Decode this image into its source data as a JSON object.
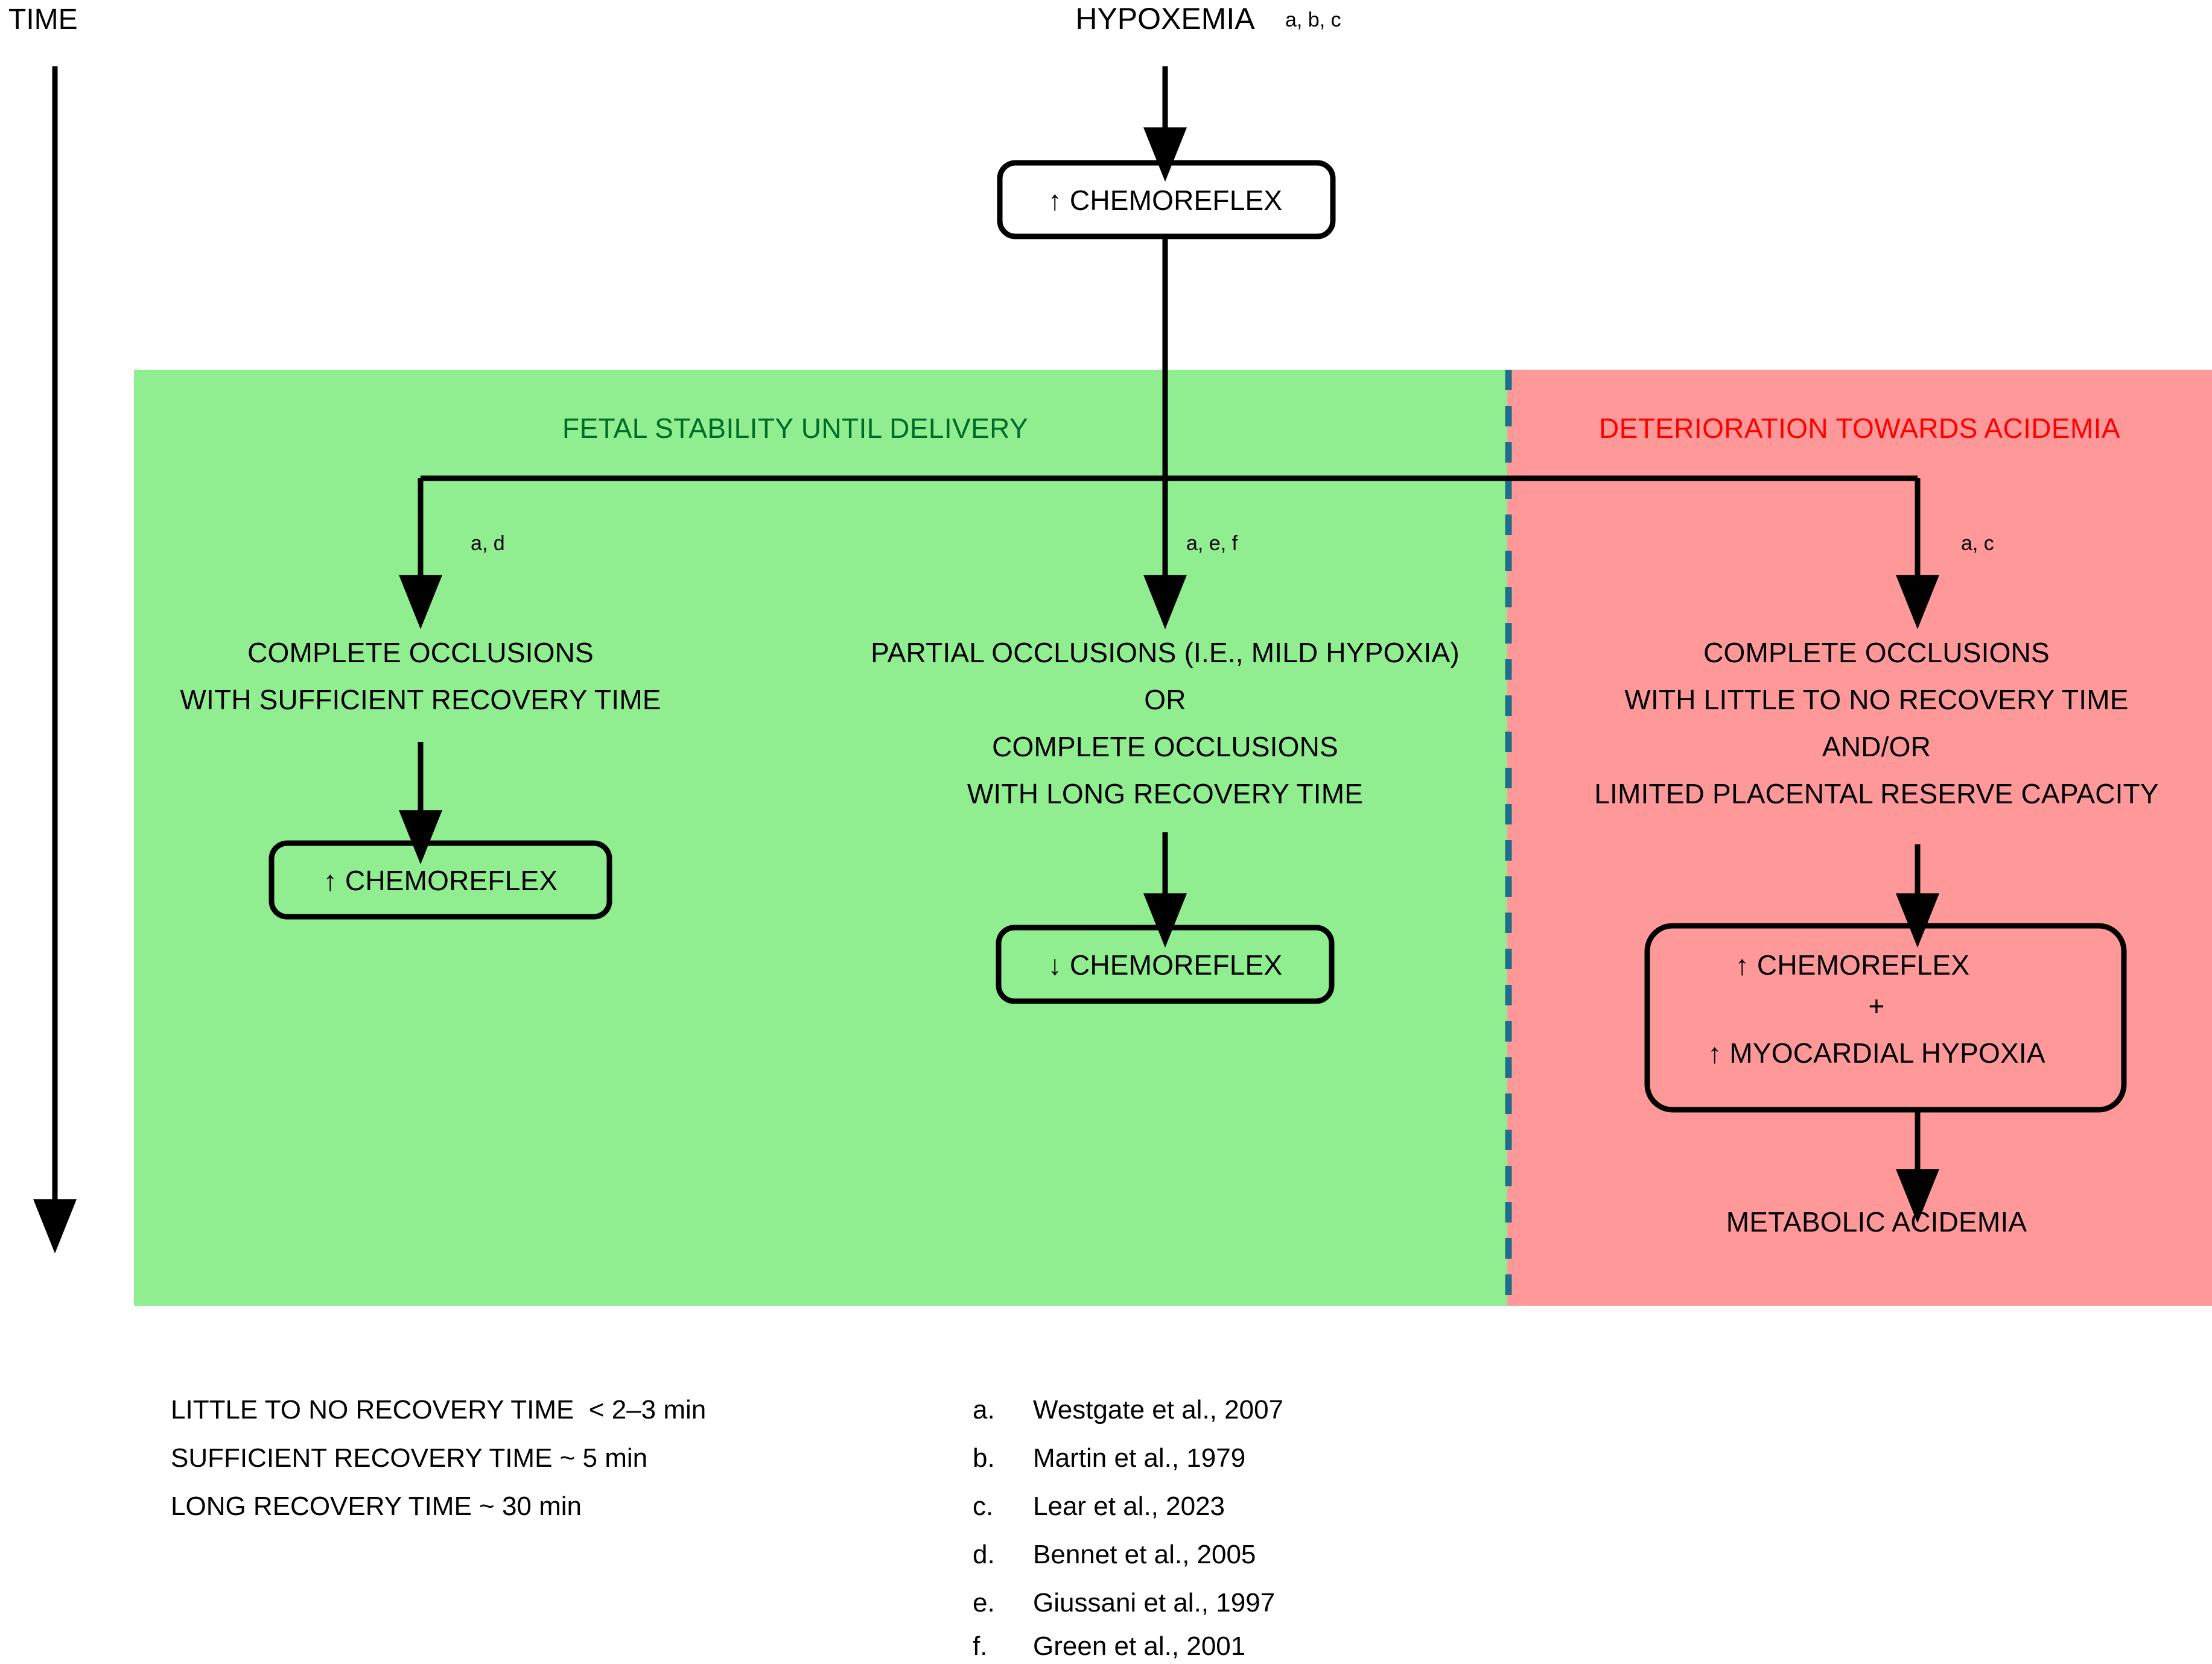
{
  "figure": {
    "time_axis": {
      "label": "TIME"
    },
    "root": {
      "title": "HYPOXEMIA",
      "refs": "a, b, c",
      "box": "↑ CHEMOREFLEX"
    },
    "panels": [
      {
        "id": "stability",
        "title": "FETAL STABILITY UNTIL DELIVERY",
        "bg_color": "#90EE90",
        "title_color": "#006B27"
      },
      {
        "id": "deterioration",
        "title": "DETERIORATION TOWARDS ACIDEMIA",
        "bg_color": "#FF9999",
        "title_color": "#FF0000"
      }
    ],
    "divider": {
      "color": "#1F6F8B",
      "style": "dashed"
    },
    "branches": [
      {
        "id": "left",
        "refs": "a, d",
        "condition": [
          "COMPLETE OCCLUSIONS",
          "WITH SUFFICIENT RECOVERY TIME"
        ],
        "outcome_box": [
          "↑ CHEMOREFLEX"
        ],
        "terminal": ""
      },
      {
        "id": "middle",
        "refs": "a, e, f",
        "condition": [
          "PARTIAL OCCLUSIONS (I.E., MILD HYPOXIA)",
          "OR",
          "COMPLETE OCCLUSIONS",
          "WITH LONG RECOVERY TIME"
        ],
        "outcome_box": [
          "↓ CHEMOREFLEX"
        ],
        "terminal": ""
      },
      {
        "id": "right",
        "refs": "a, c",
        "condition": [
          "COMPLETE OCCLUSIONS",
          "WITH LITTLE TO NO RECOVERY TIME",
          "AND/OR",
          "LIMITED PLACENTAL RESERVE CAPACITY"
        ],
        "outcome_box": [
          "↑ CHEMOREFLEX",
          "+",
          "↑ MYOCARDIAL HYPOXIA"
        ],
        "terminal": "METABOLIC ACIDEMIA"
      }
    ],
    "legend": {
      "definitions": [
        "LITTLE TO NO RECOVERY TIME  < 2–3 min",
        "SUFFICIENT RECOVERY TIME ~ 5 min",
        "LONG RECOVERY TIME ~ 30 min"
      ],
      "references": [
        {
          "key": "a.",
          "citation": "Westgate et al., 2007"
        },
        {
          "key": "b.",
          "citation": "Martin et al., 1979"
        },
        {
          "key": "c.",
          "citation": "Lear et al., 2023"
        },
        {
          "key": "d.",
          "citation": "Bennet et al., 2005"
        },
        {
          "key": "e.",
          "citation": "Giussani et al., 1997"
        },
        {
          "key": "f.",
          "citation": "Green et al., 2001"
        }
      ]
    }
  }
}
